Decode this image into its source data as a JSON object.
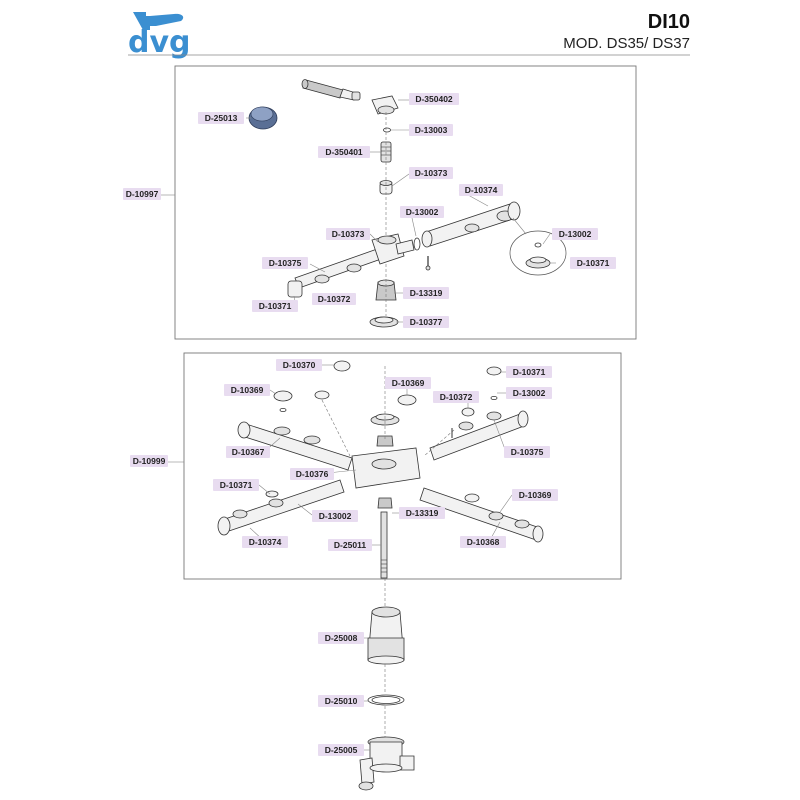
{
  "header": {
    "brand": "dvg",
    "title": "DI10",
    "subtitle": "MOD. DS35/ DS37"
  },
  "colors": {
    "brand": "#3b8fd1",
    "label_highlight": "#e8dcf0",
    "cap": "#5a6f95"
  },
  "groups": {
    "upper_assembly": "D-10997",
    "lower_assembly": "D-10999"
  },
  "parts": {
    "upper": [
      "D-350402",
      "D-25013",
      "D-13003",
      "D-350401",
      "D-10373",
      "D-10374",
      "D-13002",
      "D-10373",
      "D-13002",
      "D-10375",
      "D-10371",
      "D-13319",
      "D-10372",
      "D-10371",
      "D-10377"
    ],
    "lower": [
      "D-10370",
      "D-10371",
      "D-10369",
      "D-10369",
      "D-10372",
      "D-13002",
      "D-10367",
      "D-10375",
      "D-10376",
      "D-10371",
      "D-10369",
      "D-13319",
      "D-13002",
      "D-10374",
      "D-10368",
      "D-25011"
    ],
    "bottom": [
      "D-25008",
      "D-25010",
      "D-25005"
    ]
  }
}
